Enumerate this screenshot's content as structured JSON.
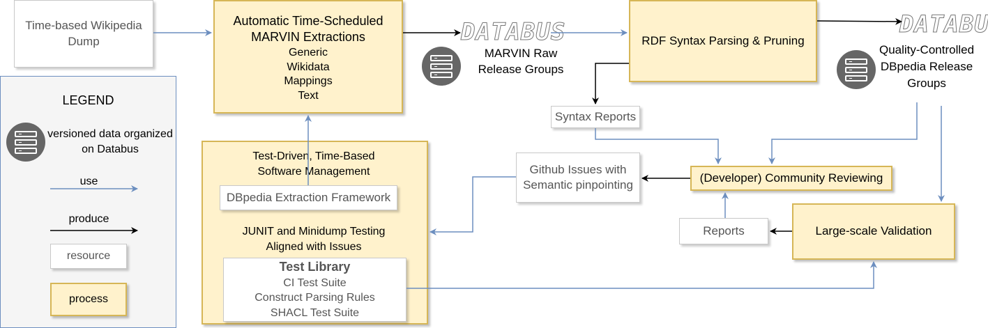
{
  "nodes": {
    "wikipedia_dump": "Time-based Wikipedia Dump",
    "marvin_title": "Automatic Time-Scheduled MARVIN Extractions",
    "marvin_items": [
      "Generic",
      "Wikidata",
      "Mappings",
      "Text"
    ],
    "databus_logo": "DATABUS",
    "marvin_raw": "MARVIN Raw Release Groups",
    "rdf_parsing": "RDF Syntax Parsing & Pruning",
    "quality_groups": "Quality-Controlled DBpedia Release Groups",
    "syntax_reports": "Syntax Reports",
    "github_issues": "Github Issues with Semantic pinpointing",
    "community_reviewing": "(Developer) Community Reviewing",
    "reports": "Reports",
    "large_scale_validation": "Large-scale Validation",
    "tdd_title": "Test-Driven, Time-Based Software Management",
    "extraction_framework": "DBpedia Extraction Framework",
    "junit_title": "JUNIT and Minidump Testing Aligned with Issues",
    "test_library_title": "Test Library",
    "test_library_items": [
      "CI Test Suite",
      "Construct Parsing Rules",
      "SHACL Test Suite"
    ]
  },
  "legend": {
    "title": "LEGEND",
    "versioned_data": "versioned data organized on Databus",
    "use": "use",
    "produce": "produce",
    "resource": "resource",
    "process": "process"
  },
  "colors": {
    "process_fill": "#fff2cc",
    "process_border": "#d6b656",
    "use_arrow": "#6c8ebf",
    "produce_arrow": "#000000",
    "icon": "#666666"
  }
}
